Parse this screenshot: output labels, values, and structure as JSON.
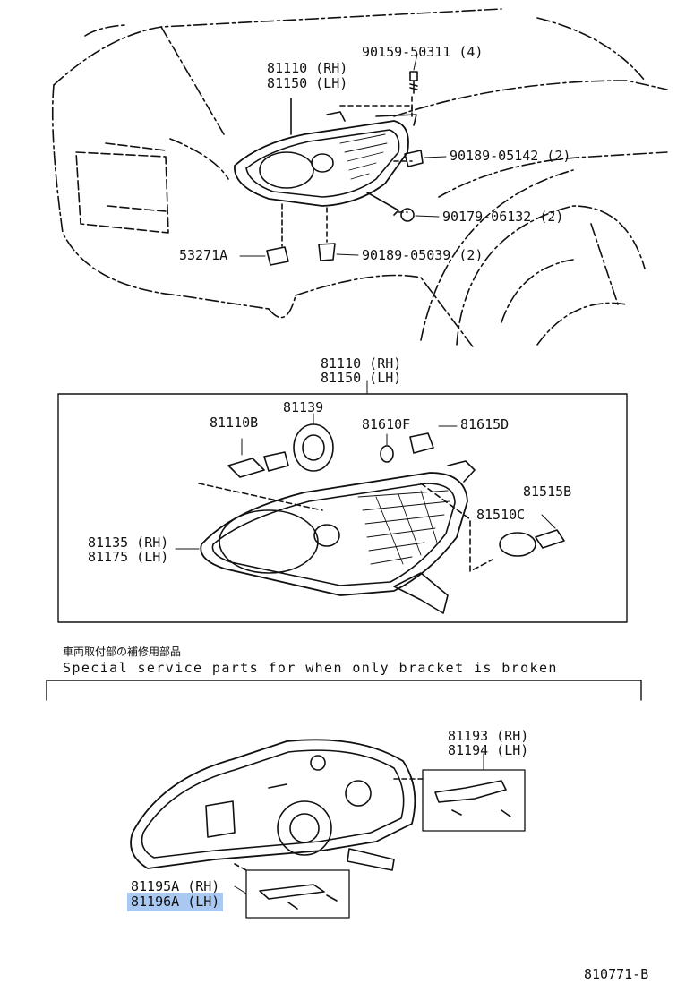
{
  "diagram": {
    "top": {
      "assembly_rh": "81110 (RH)",
      "assembly_lh": "81150 (LH)",
      "bolt": "90159-50311 (4)",
      "clip_upper": "90189-05142 (2)",
      "nut": "90179-06132 (2)",
      "clip_lower": "90189-05039 (2)",
      "connector": "53271A"
    },
    "middle": {
      "assembly_rh": "81110 (RH)",
      "assembly_lh": "81150 (LH)",
      "bulb_socket": "81139",
      "bulb_main": "81110B",
      "bulb_small": "81610F",
      "socket_small": "81615D",
      "lens_rh": "81135 (RH)",
      "lens_lh": "81175 (LH)",
      "bulb_turn": "81510C",
      "socket_turn": "81515B"
    },
    "bottom": {
      "note_jp": "車両取付部の補修用部品",
      "note_en": "Special service parts for when only bracket is broken",
      "bracket_upper_rh": "81193 (RH)",
      "bracket_upper_lh": "81194 (LH)",
      "bracket_lower_rh": "81195A (RH)",
      "bracket_lower_lh": "81196A (LH)"
    },
    "code": "810771-B",
    "highlight_color": "#a9c8f2"
  }
}
